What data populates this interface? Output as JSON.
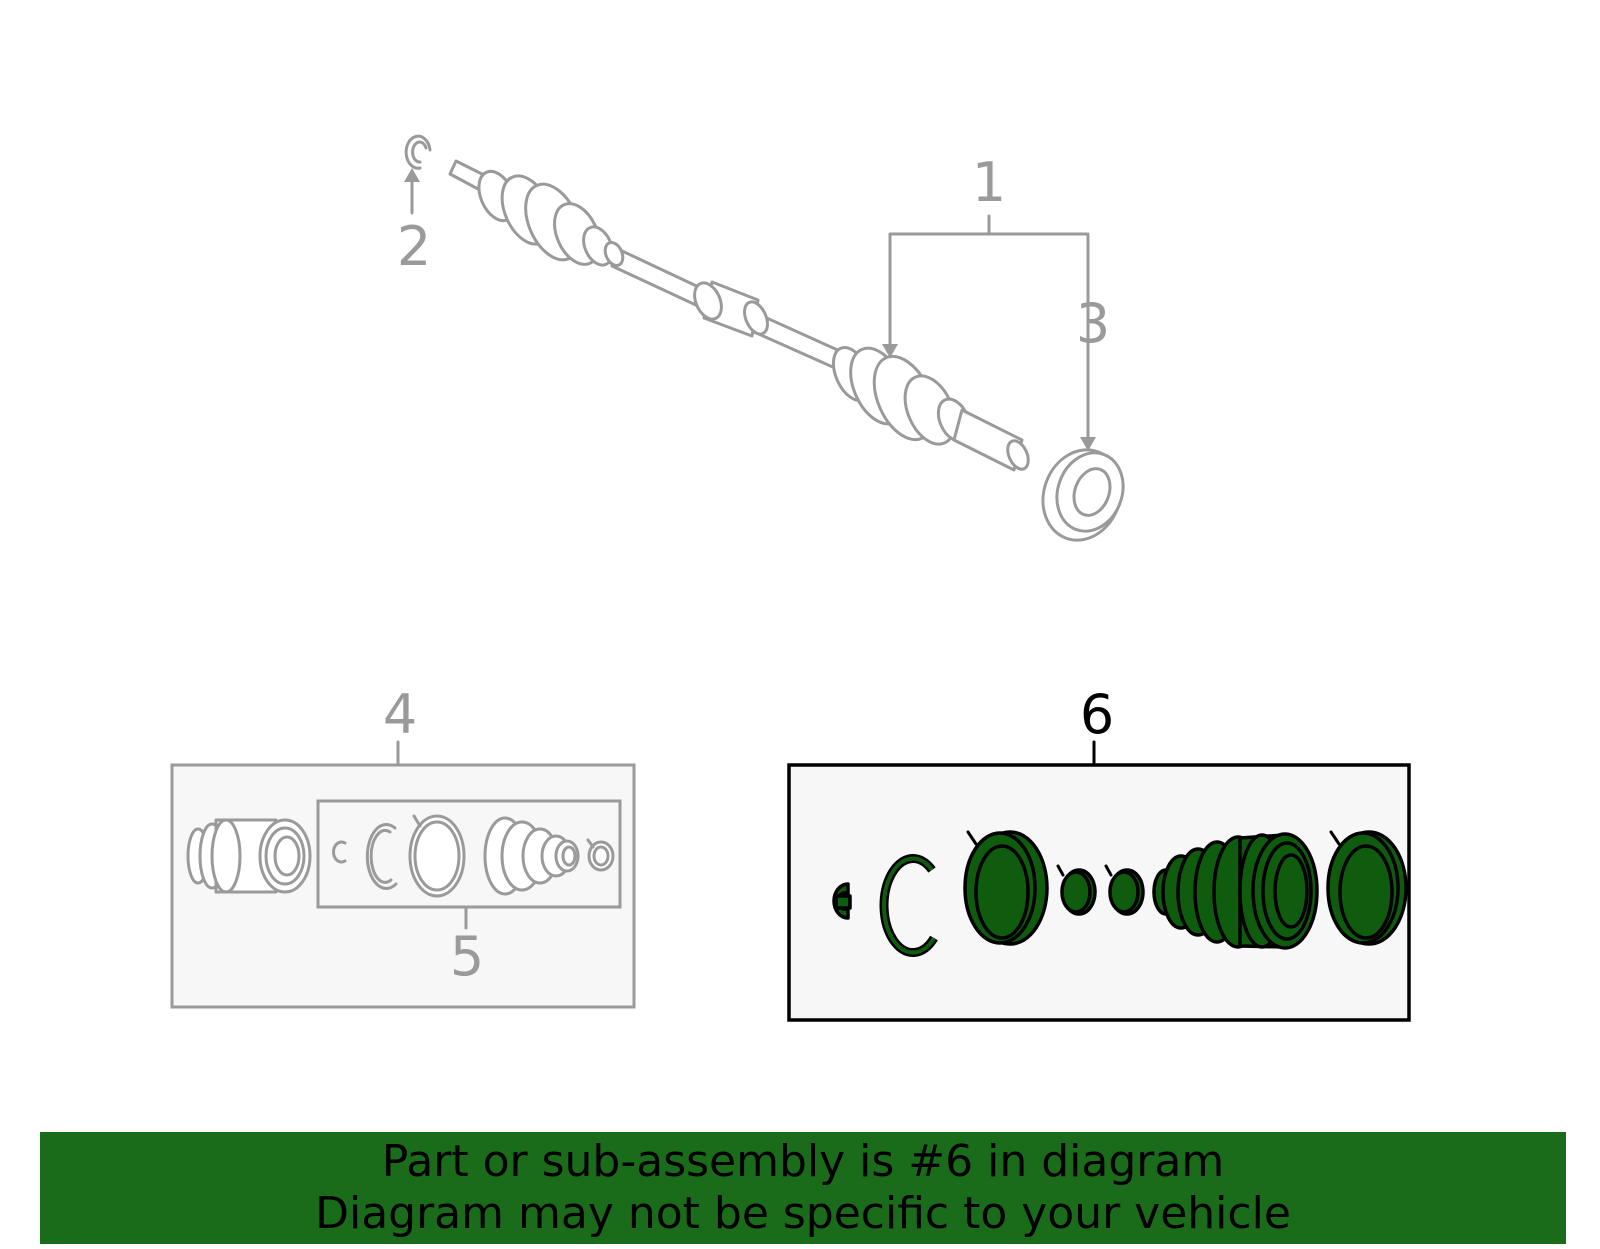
{
  "callouts": {
    "c1": "1",
    "c2": "2",
    "c3": "3",
    "c4": "4",
    "c5": "5",
    "c6": "6"
  },
  "banner": {
    "line1": "Part or sub-assembly is #6 in diagram",
    "line2": "Diagram may not be specific to your vehicle"
  },
  "colors": {
    "highlight_fill": "#0f5c0f",
    "banner_bg": "#1a6b1a",
    "inactive_line": "#9a9a9a",
    "box_fill": "#f7f7f7"
  }
}
